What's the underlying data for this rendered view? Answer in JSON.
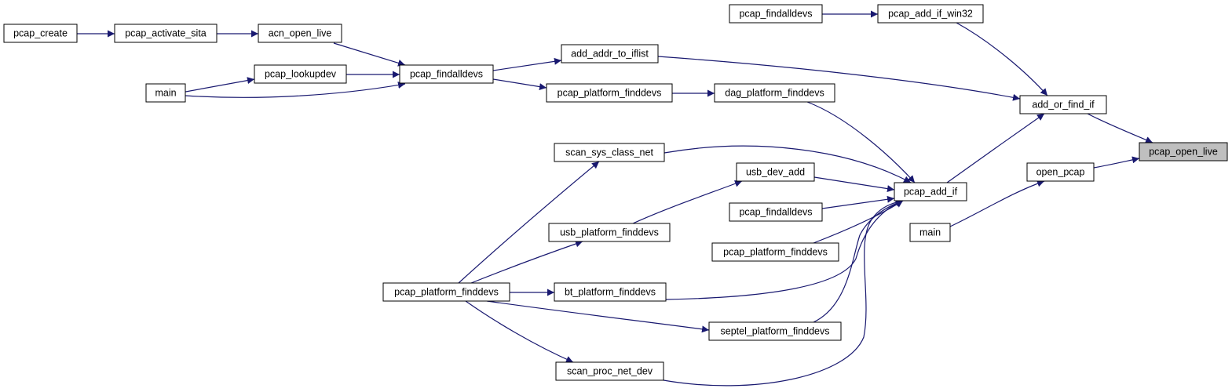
{
  "diagram": {
    "edge_color": "#191970",
    "highlight_color": "#bfbfbf",
    "nodes": [
      {
        "id": "n1",
        "label": "pcap_create"
      },
      {
        "id": "n2",
        "label": "pcap_activate_sita"
      },
      {
        "id": "n3",
        "label": "acn_open_live"
      },
      {
        "id": "n4",
        "label": "pcap_lookupdev"
      },
      {
        "id": "n5",
        "label": "main"
      },
      {
        "id": "n6",
        "label": "pcap_findalldevs"
      },
      {
        "id": "n7",
        "label": "add_addr_to_iflist"
      },
      {
        "id": "n8",
        "label": "pcap_platform_finddevs"
      },
      {
        "id": "n9",
        "label": "dag_platform_finddevs"
      },
      {
        "id": "n10",
        "label": "pcap_findalldevs"
      },
      {
        "id": "n11",
        "label": "pcap_add_if_win32"
      },
      {
        "id": "n12",
        "label": "add_or_find_if"
      },
      {
        "id": "n13",
        "label": "pcap_open_live",
        "highlight": true
      },
      {
        "id": "n14",
        "label": "scan_sys_class_net"
      },
      {
        "id": "n15",
        "label": "usb_dev_add"
      },
      {
        "id": "n16",
        "label": "pcap_findalldevs"
      },
      {
        "id": "n17",
        "label": "pcap_platform_finddevs"
      },
      {
        "id": "n18",
        "label": "pcap_add_if"
      },
      {
        "id": "n19",
        "label": "open_pcap"
      },
      {
        "id": "n20",
        "label": "main"
      },
      {
        "id": "n21",
        "label": "usb_platform_finddevs"
      },
      {
        "id": "n22",
        "label": "pcap_platform_finddevs"
      },
      {
        "id": "n23",
        "label": "bt_platform_finddevs"
      },
      {
        "id": "n24",
        "label": "septel_platform_finddevs"
      },
      {
        "id": "n25",
        "label": "scan_proc_net_dev"
      }
    ],
    "edges": [
      {
        "from": "n1",
        "to": "n2"
      },
      {
        "from": "n2",
        "to": "n3"
      },
      {
        "from": "n3",
        "to": "n6"
      },
      {
        "from": "n5",
        "to": "n4"
      },
      {
        "from": "n4",
        "to": "n6"
      },
      {
        "from": "n5",
        "to": "n6"
      },
      {
        "from": "n6",
        "to": "n7"
      },
      {
        "from": "n6",
        "to": "n8"
      },
      {
        "from": "n8",
        "to": "n9"
      },
      {
        "from": "n10",
        "to": "n11"
      },
      {
        "from": "n11",
        "to": "n12"
      },
      {
        "from": "n7",
        "to": "n12"
      },
      {
        "from": "n12",
        "to": "n13"
      },
      {
        "from": "n19",
        "to": "n13"
      },
      {
        "from": "n18",
        "to": "n12"
      },
      {
        "from": "n9",
        "to": "n18"
      },
      {
        "from": "n14",
        "to": "n18"
      },
      {
        "from": "n15",
        "to": "n18"
      },
      {
        "from": "n16",
        "to": "n18"
      },
      {
        "from": "n17",
        "to": "n18"
      },
      {
        "from": "n23",
        "to": "n18"
      },
      {
        "from": "n24",
        "to": "n18"
      },
      {
        "from": "n25",
        "to": "n18"
      },
      {
        "from": "n20",
        "to": "n19"
      },
      {
        "from": "n21",
        "to": "n15"
      },
      {
        "from": "n22",
        "to": "n14"
      },
      {
        "from": "n22",
        "to": "n21"
      },
      {
        "from": "n22",
        "to": "n23"
      },
      {
        "from": "n22",
        "to": "n24"
      },
      {
        "from": "n22",
        "to": "n25"
      }
    ]
  }
}
